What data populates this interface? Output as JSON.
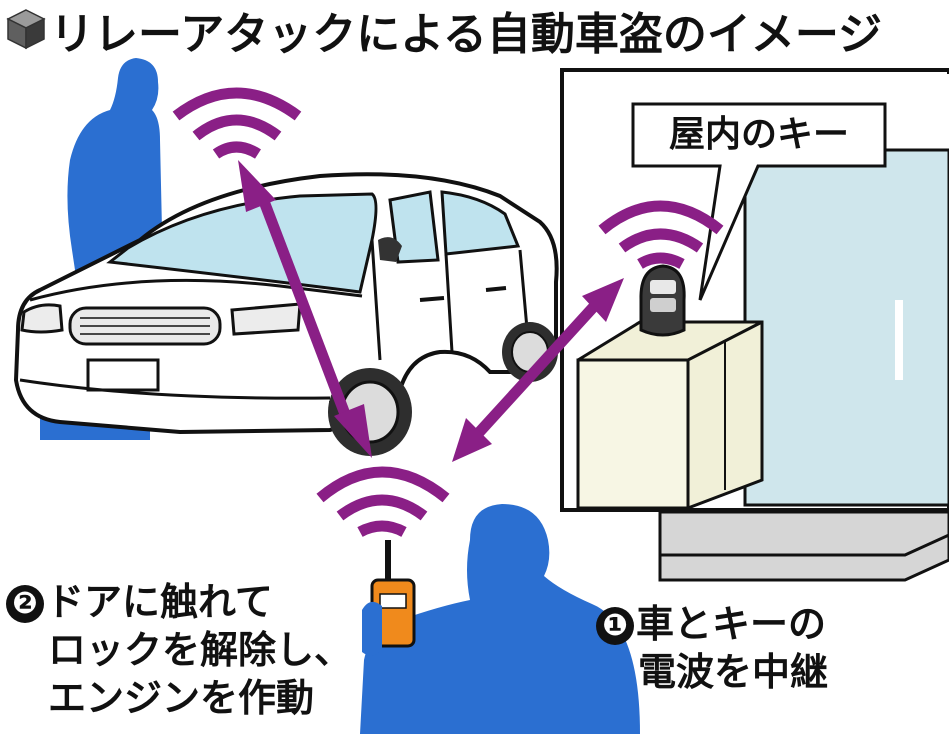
{
  "title": "リレーアタックによる自動車盗のイメージ",
  "callout_label": "屋内のキー",
  "steps": [
    {
      "number": "❶",
      "lines": [
        "車とキーの",
        "電波を中継"
      ]
    },
    {
      "number": "❷",
      "lines": [
        "ドアに触れて",
        "ロックを解除し、",
        "エンジンを作動"
      ]
    }
  ],
  "colors": {
    "signal": "#8a1f86",
    "figure": "#2b6fd1",
    "car_window": "#bfe3ee",
    "room_door": "#cfe6ec",
    "box": "#f1f0d8",
    "relay_device": "#f08a1c"
  },
  "icons": [
    "cube-icon",
    "car-icon",
    "person-icon",
    "key-fob-icon",
    "relay-device-icon",
    "signal-wave-icon",
    "double-arrow-icon"
  ]
}
